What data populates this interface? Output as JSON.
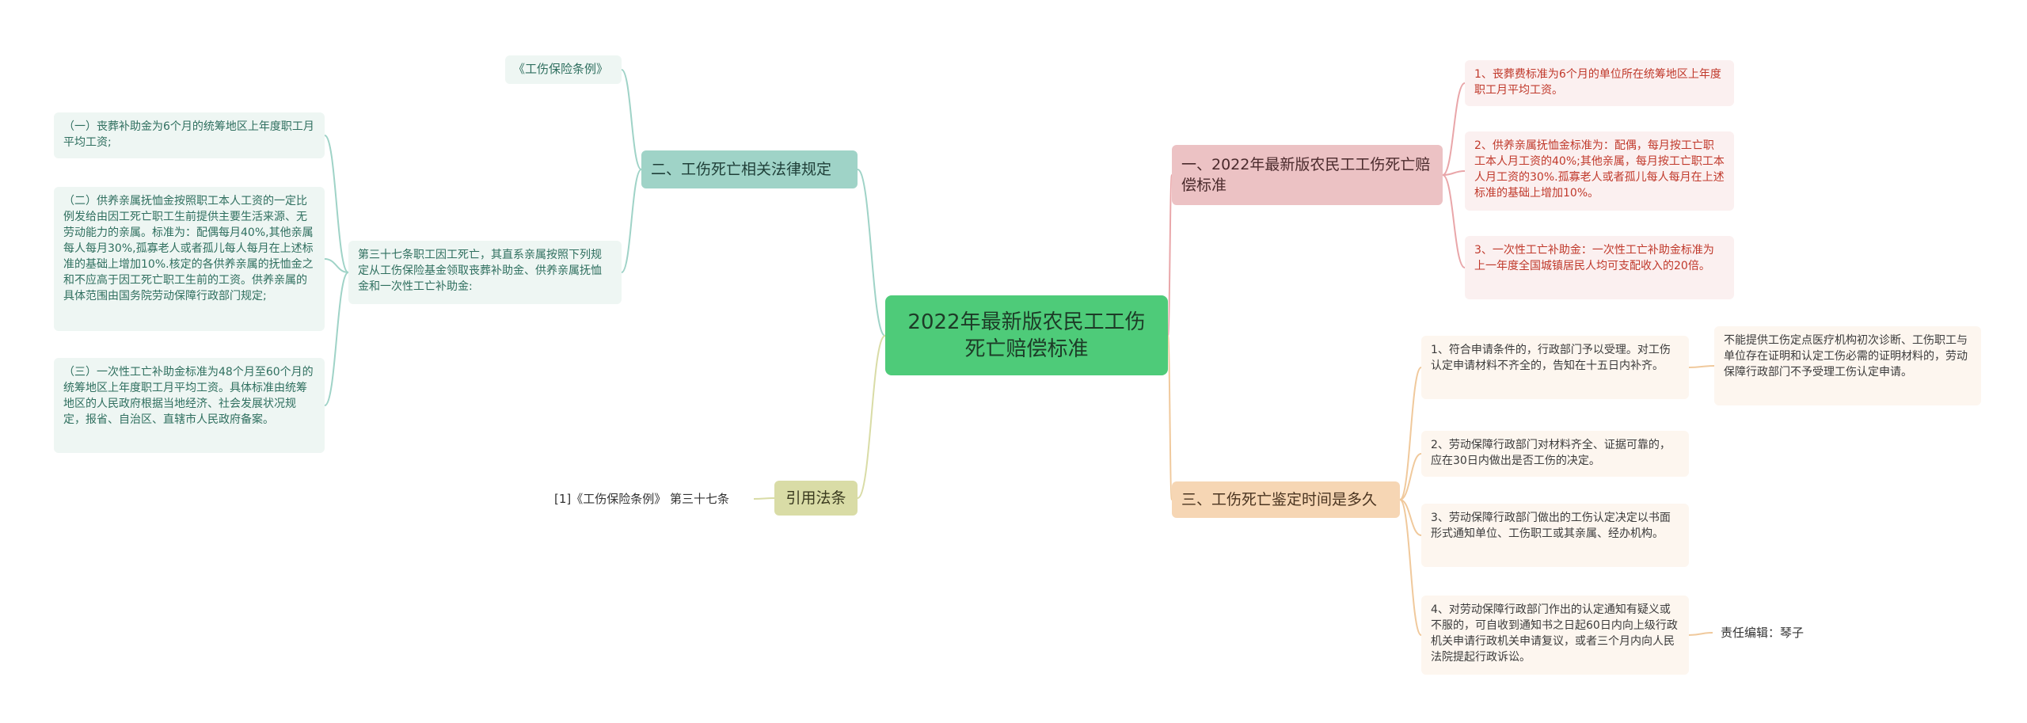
{
  "colors": {
    "root": "#4ecb79",
    "green_branch": "#9fd3c7",
    "olive_branch": "#d9dca6",
    "red_branch": "#ecc2c4",
    "peach_branch": "#f6d6b4",
    "green_line": "#9fd3c7",
    "olive_line": "#d9dca6",
    "red_line": "#e9a6a9",
    "peach_line": "#f0c99c"
  },
  "root": {
    "title": "2022年最新版农民工工伤死亡赔偿标准"
  },
  "left": {
    "law_branch": {
      "label": "二、工伤死亡相关法律规定",
      "regulation": "《工伤保险条例》",
      "article": "第三十七条职工因工死亡，其直系亲属按照下列规定从工伤保险基金领取丧葬补助金、供养亲属抚恤金和一次性工亡补助金:",
      "items": [
        "（一）丧葬补助金为6个月的统筹地区上年度职工月平均工资;",
        "（二）供养亲属抚恤金按照职工本人工资的一定比例发给由因工死亡职工生前提供主要生活来源、无劳动能力的亲属。标准为：配偶每月40%,其他亲属每人每月30%,孤寡老人或者孤儿每人每月在上述标准的基础上增加10%.核定的各供养亲属的抚恤金之和不应高于因工死亡职工生前的工资。供养亲属的具体范围由国务院劳动保障行政部门规定;",
        "（三）一次性工亡补助金标准为48个月至60个月的统筹地区上年度职工月平均工资。具体标准由统筹地区的人民政府根据当地经济、社会发展状况规定，报省、自治区、直辖市人民政府备案。"
      ]
    },
    "citation_branch": {
      "label": "引用法条",
      "item": "[1]《工伤保险条例》 第三十七条"
    }
  },
  "right": {
    "standard_branch": {
      "label": "一、2022年最新版农民工工伤死亡赔偿标准",
      "items": [
        "1、丧葬费标准为6个月的单位所在统筹地区上年度职工月平均工资。",
        "2、供养亲属抚恤金标准为：配偶，每月按工亡职工本人月工资的40%;其他亲属，每月按工亡职工本人月工资的30%.孤寡老人或者孤儿每人每月在上述标准的基础上增加10%。",
        "3、一次性工亡补助金：一次性工亡补助金标准为上一年度全国城镇居民人均可支配收入的20倍。"
      ]
    },
    "time_branch": {
      "label": "三、工伤死亡鉴定时间是多久",
      "items": [
        "1、符合申请条件的，行政部门予以受理。对工伤认定申请材料不齐全的，告知在十五日内补齐。",
        "2、劳动保障行政部门对材料齐全、证据可靠的，应在30日内做出是否工伤的决定。",
        "3、劳动保障行政部门做出的工伤认定决定以书面形式通知单位、工伤职工或其亲属、经办机构。",
        "4、对劳动保障行政部门作出的认定通知有疑义或不服的，可自收到通知书之日起60日内向上级行政机关申请行政机关申请复议，或者三个月内向人民法院提起行政诉讼。"
      ],
      "note_1": "不能提供工伤定点医疗机构初次诊断、工伤职工与单位存在证明和认定工伤必需的证明材料的，劳动保障行政部门不予受理工伤认定申请。",
      "note_4": "责任编辑：琴子"
    }
  }
}
